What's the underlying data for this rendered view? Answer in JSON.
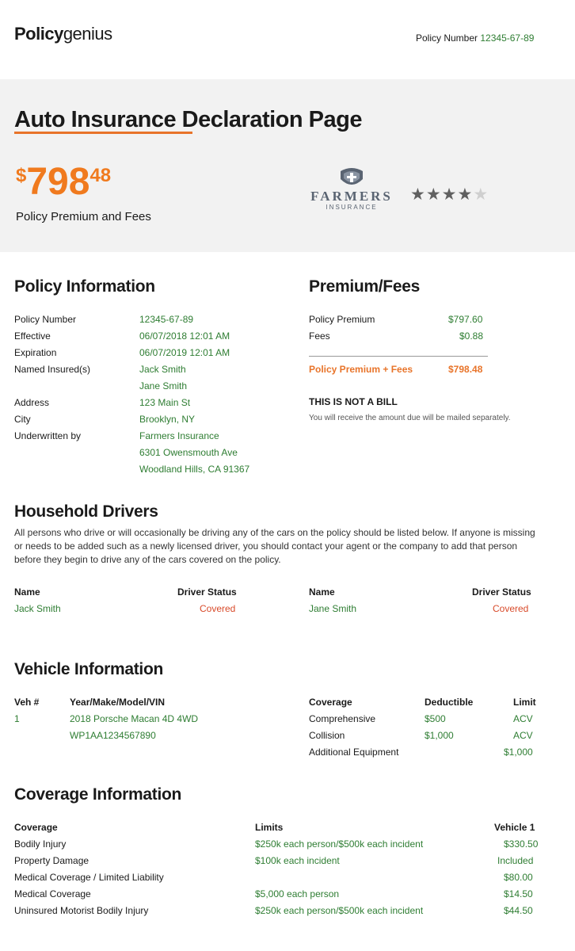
{
  "header": {
    "brand_bold": "Policy",
    "brand_light": "genius",
    "policy_number_label": "Policy Number",
    "policy_number_value": "12345-67-89"
  },
  "hero": {
    "title": "Auto Insurance Declaration Page",
    "price_currency": "$",
    "price_whole": "798",
    "price_cents": "48",
    "price_label": "Policy Premium and Fees",
    "insurer_name": "FARMERS",
    "insurer_sub": "INSURANCE",
    "insurer_logo_icon": "farmers-shield-icon",
    "rating": 4,
    "rating_max": 5
  },
  "policy_info": {
    "title": "Policy Information",
    "rows": [
      {
        "label": "Policy Number",
        "value": "12345-67-89"
      },
      {
        "label": "Effective",
        "value": "06/07/2018 12:01 AM"
      },
      {
        "label": "Expiration",
        "value": "06/07/2019 12:01 AM"
      },
      {
        "label": "Named Insured(s)",
        "value": "Jack Smith"
      },
      {
        "label": "",
        "value": "Jane Smith"
      },
      {
        "label": "Address",
        "value": "123 Main St"
      },
      {
        "label": "City",
        "value": "Brooklyn, NY"
      },
      {
        "label": "Underwritten by",
        "value": "Farmers Insurance"
      },
      {
        "label": "",
        "value": "6301 Owensmouth Ave"
      },
      {
        "label": "",
        "value": "Woodland Hills, CA 91367"
      }
    ]
  },
  "premium_fees": {
    "title": "Premium/Fees",
    "rows": [
      {
        "label": "Policy Premium",
        "value": "$797.60"
      },
      {
        "label": "Fees",
        "value": "$0.88"
      }
    ],
    "total_label": "Policy Premium + Fees",
    "total_value": "$798.48",
    "notice_title": "THIS IS NOT A BILL",
    "notice_text": "You will receive the amount due will be mailed separately."
  },
  "household": {
    "title": "Household Drivers",
    "paragraph": "All persons who drive or will occasionally be driving any of the cars on the policy should be listed below. If anyone is missing or needs to be added such as a newly licensed driver, you should contact your agent or the company to add that person before they begin to drive any of the cars covered on the policy.",
    "col1_name_label": "Name",
    "col1_status_label": "Driver Status",
    "col2_name_label": "Name",
    "col2_status_label": "Driver Status",
    "drivers": [
      {
        "name": "Jack Smith",
        "status": "Covered"
      },
      {
        "name": "Jane Smith",
        "status": "Covered"
      }
    ]
  },
  "vehicle": {
    "title": "Vehicle Information",
    "veh_label": "Veh #",
    "veh_value": "1",
    "desc_label": "Year/Make/Model/VIN",
    "desc_value": "2018 Porsche Macan 4D 4WD",
    "vin_value": "WP1AA1234567890",
    "coverage_label": "Coverage",
    "deductible_label": "Deductible",
    "limit_label": "Limit",
    "coverages": [
      {
        "name": "Comprehensive",
        "deductible": "$500",
        "limit": "ACV"
      },
      {
        "name": "Collision",
        "deductible": "$1,000",
        "limit": "ACV"
      },
      {
        "name": "Additional Equipment",
        "deductible": "",
        "limit": "$1,000"
      }
    ]
  },
  "coverage_info": {
    "title": "Coverage Information",
    "coverage_label": "Coverage",
    "limits_label": "Limits",
    "premium_label": "Vehicle 1",
    "rows": [
      {
        "name": "Bodily Injury",
        "limits": "$250k each person/$500k each incident",
        "premium": "$330.50"
      },
      {
        "name": "Property Damage",
        "limits": "$100k each incident",
        "premium": "Included"
      },
      {
        "name": "Medical Coverage / Limited Liability",
        "limits": "",
        "premium": "$80.00"
      },
      {
        "name": "Medical Coverage",
        "limits": "$5,000 each person",
        "premium": "$14.50"
      },
      {
        "name": "Uninsured Motorist Bodily Injury",
        "limits": "$250k each person/$500k each incident",
        "premium": "$44.50"
      }
    ]
  }
}
